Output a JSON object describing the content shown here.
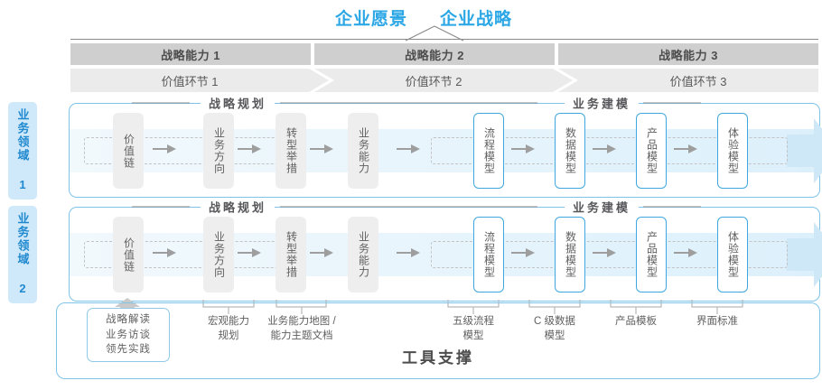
{
  "header": {
    "vision_title": "企业愿景",
    "strategy_title": "企业战略"
  },
  "capabilities": [
    {
      "label": "战略能力 1"
    },
    {
      "label": "战略能力 2"
    },
    {
      "label": "战略能力 3"
    }
  ],
  "value_links": [
    {
      "label": "价值环节 1"
    },
    {
      "label": "价值环节 2"
    },
    {
      "label": "价值环节 3"
    }
  ],
  "domains": [
    {
      "label": "业务领域 1"
    },
    {
      "label": "业务领域 2"
    }
  ],
  "sections": {
    "strategy_planning": "战略规划",
    "business_modeling": "业务建模"
  },
  "nodes": {
    "planning": [
      {
        "label": "价值链",
        "style": "gray"
      },
      {
        "label": "业务方向",
        "style": "gray"
      },
      {
        "label": "转型举措",
        "style": "gray"
      },
      {
        "label": "业务能力",
        "style": "gray"
      }
    ],
    "modeling": [
      {
        "label": "流程模型",
        "style": "blue"
      },
      {
        "label": "数据模型",
        "style": "blue"
      },
      {
        "label": "产品模型",
        "style": "blue"
      },
      {
        "label": "体验模型",
        "style": "blue"
      }
    ]
  },
  "footnotes": {
    "boxed": "战略解读\n业务访谈\n领先实践",
    "boxed_lines": [
      "战略解读",
      "业务访谈",
      "领先实践"
    ],
    "items": [
      {
        "lines": [
          "宏观能力",
          "规划"
        ]
      },
      {
        "lines": [
          "业务能力地图 /",
          "能力主题文档"
        ]
      },
      {
        "lines": [
          "五级流程",
          "模型"
        ]
      },
      {
        "lines": [
          "C 级数据",
          "模型"
        ]
      },
      {
        "lines": [
          "产品模板"
        ]
      },
      {
        "lines": [
          "界面标准"
        ]
      }
    ]
  },
  "tool_support": {
    "title": "工具支撑"
  },
  "colors": {
    "accent_blue": "#2ba7e6",
    "panel_border": "#7ec4e8",
    "node_blue_border": "#3fa7dd",
    "band_gray": "#cfcfcf",
    "chevron_gray": "#ebebeb",
    "domain_tab_bg": "#cfe9fa",
    "text_gray": "#5a5a5a"
  }
}
